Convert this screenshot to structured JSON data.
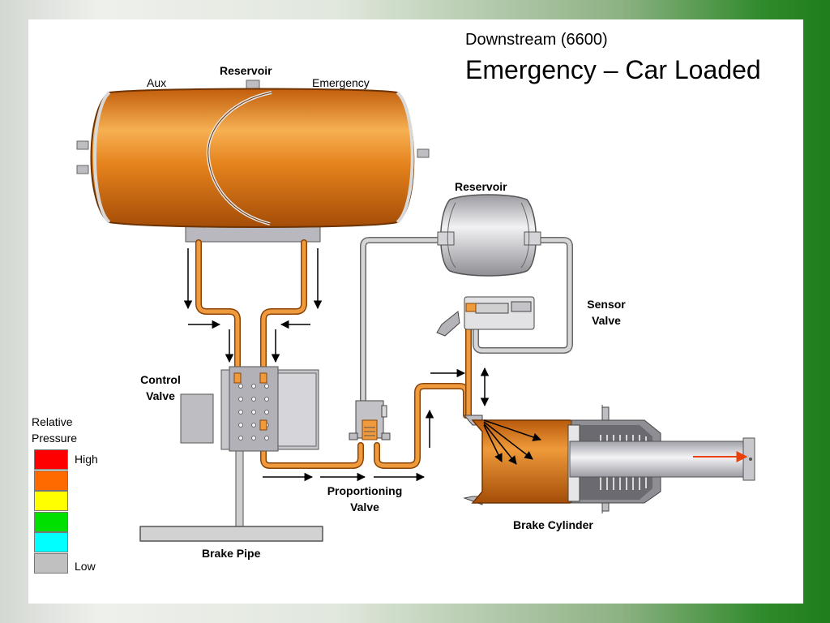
{
  "title": {
    "line1": "Downstream (6600)",
    "line2": "Emergency – Car Loaded"
  },
  "labels": {
    "reservoir_top": "Reservoir",
    "aux": "Aux",
    "emergency": "Emergency",
    "reservoir_right": "Reservoir",
    "sensor_valve_1": "Sensor",
    "sensor_valve_2": "Valve",
    "control_valve_1": "Control",
    "control_valve_2": "Valve",
    "proportioning_valve_1": "Proportioning",
    "proportioning_valve_2": "Valve",
    "brake_cylinder": "Brake Cylinder",
    "brake_pipe": "Brake Pipe"
  },
  "legend": {
    "title_1": "Relative",
    "title_2": "Pressure",
    "high": "High",
    "low": "Low",
    "levels": [
      {
        "name": "high",
        "color": "#ff0000"
      },
      {
        "name": "medium-high",
        "color": "#ff6a00"
      },
      {
        "name": "medium",
        "color": "#ffff00"
      },
      {
        "name": "medium-low",
        "color": "#00e000"
      },
      {
        "name": "low-medium",
        "color": "#00ffff"
      },
      {
        "name": "low",
        "color": "#c0c0c0"
      }
    ]
  },
  "colors": {
    "tank_orange": "#e27a18",
    "pipe_orange": "#e8821e",
    "pipe_gray": "#c8c8c8"
  }
}
